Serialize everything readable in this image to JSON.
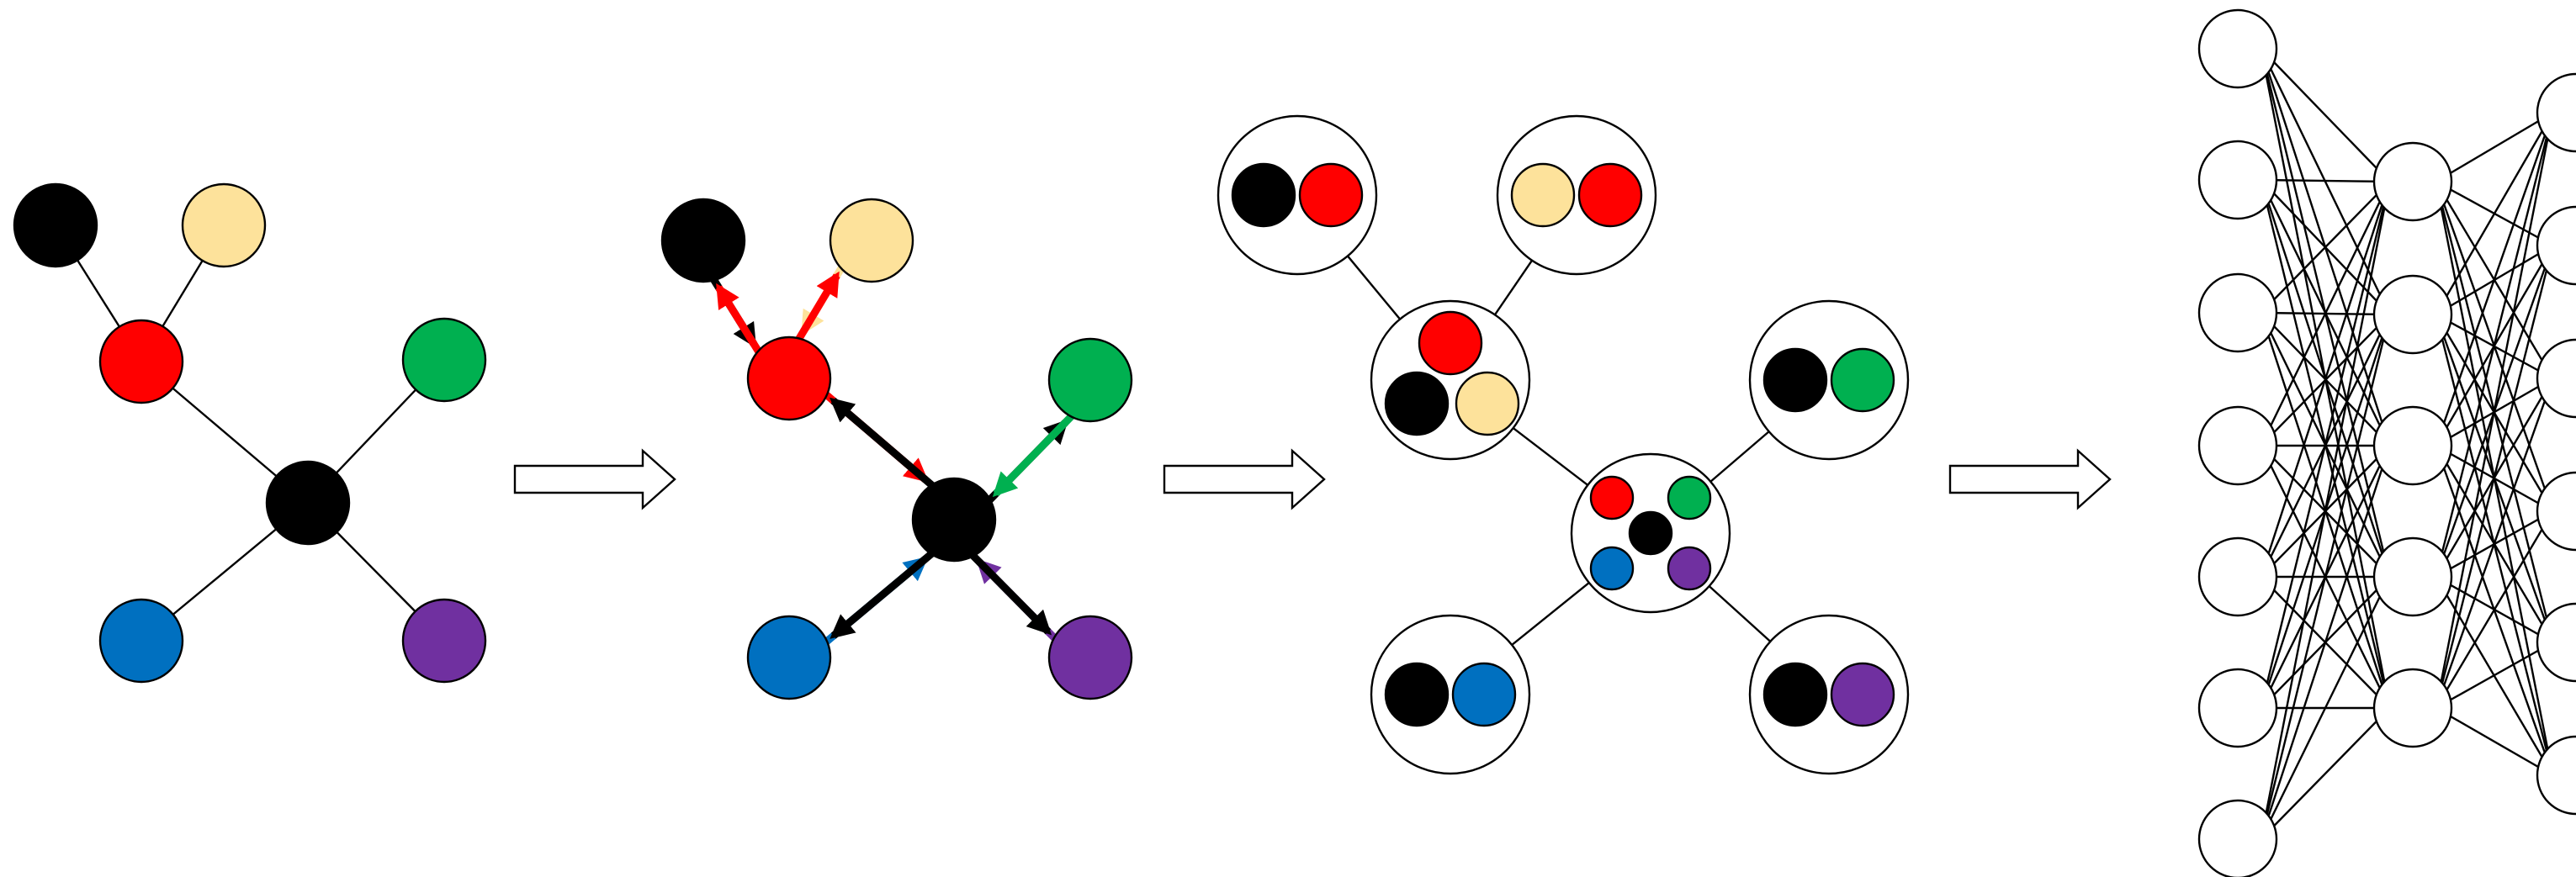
{
  "colors": {
    "center": "#000000",
    "red": "#ff0000",
    "cream": "#fde29b",
    "green": "#00b050",
    "blue": "#0070c0",
    "purple": "#7030a0",
    "outline": "#000000",
    "background": "#ffffff"
  },
  "stages": [
    {
      "id": "graph",
      "nodes": [
        {
          "id": "black-leaf",
          "color": "center"
        },
        {
          "id": "cream-leaf",
          "color": "cream"
        },
        {
          "id": "red-hub",
          "color": "red"
        },
        {
          "id": "green-leaf",
          "color": "green"
        },
        {
          "id": "center-node",
          "color": "center"
        },
        {
          "id": "blue-leaf",
          "color": "blue"
        },
        {
          "id": "purple-leaf",
          "color": "purple"
        }
      ],
      "edges": [
        [
          "black-leaf",
          "red-hub"
        ],
        [
          "cream-leaf",
          "red-hub"
        ],
        [
          "red-hub",
          "center-node"
        ],
        [
          "green-leaf",
          "center-node"
        ],
        [
          "blue-leaf",
          "center-node"
        ],
        [
          "purple-leaf",
          "center-node"
        ]
      ]
    },
    {
      "id": "message-passing",
      "arrows": [
        {
          "from": "black-leaf",
          "to": "red-hub",
          "color": "center"
        },
        {
          "from": "red-hub",
          "to": "black-leaf",
          "color": "red"
        },
        {
          "from": "cream-leaf",
          "to": "red-hub",
          "color": "cream"
        },
        {
          "from": "red-hub",
          "to": "cream-leaf",
          "color": "red"
        },
        {
          "from": "red-hub",
          "to": "center-node",
          "color": "red"
        },
        {
          "from": "center-node",
          "to": "red-hub",
          "color": "center"
        },
        {
          "from": "center-node",
          "to": "green-leaf",
          "color": "center"
        },
        {
          "from": "green-leaf",
          "to": "center-node",
          "color": "green"
        },
        {
          "from": "blue-leaf",
          "to": "center-node",
          "color": "blue"
        },
        {
          "from": "center-node",
          "to": "blue-leaf",
          "color": "center"
        },
        {
          "from": "purple-leaf",
          "to": "center-node",
          "color": "purple"
        },
        {
          "from": "center-node",
          "to": "purple-leaf",
          "color": "center"
        }
      ]
    },
    {
      "id": "aggregated-features",
      "groups": [
        {
          "id": "group-black",
          "members": [
            "center",
            "red"
          ]
        },
        {
          "id": "group-cream",
          "members": [
            "cream",
            "red"
          ]
        },
        {
          "id": "group-red",
          "members": [
            "red",
            "center",
            "cream"
          ]
        },
        {
          "id": "group-green",
          "members": [
            "center",
            "green"
          ]
        },
        {
          "id": "group-center",
          "members": [
            "red",
            "green",
            "center",
            "blue",
            "purple"
          ]
        },
        {
          "id": "group-blue",
          "members": [
            "center",
            "blue"
          ]
        },
        {
          "id": "group-purple",
          "members": [
            "center",
            "purple"
          ]
        }
      ]
    },
    {
      "id": "neural-network",
      "layers": [
        7,
        5,
        6
      ]
    }
  ],
  "transitions": 3
}
